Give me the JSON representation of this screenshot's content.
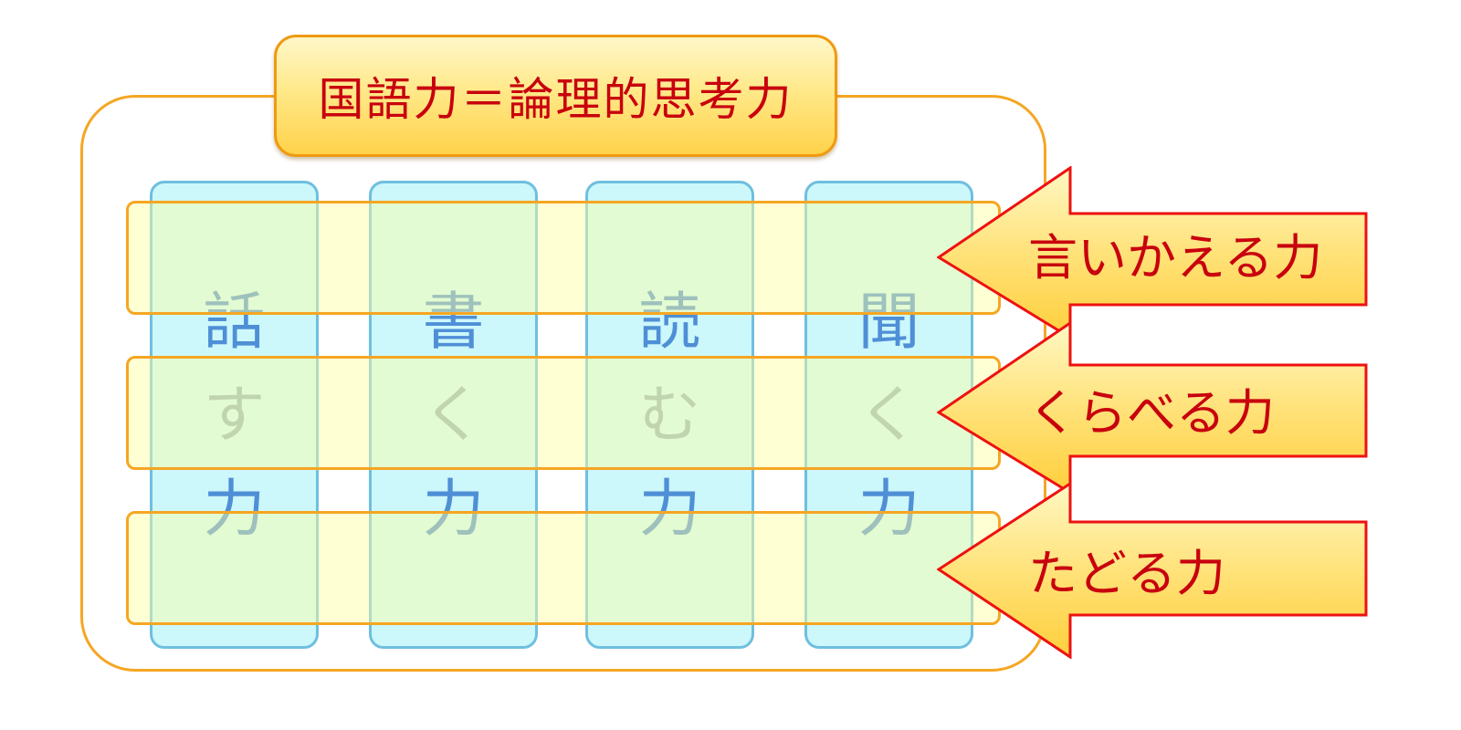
{
  "title": "国語力＝論理的思考力",
  "columns": [
    {
      "char1": "話",
      "char2": "す",
      "char3": "力"
    },
    {
      "char1": "書",
      "char2": "く",
      "char3": "力"
    },
    {
      "char1": "読",
      "char2": "む",
      "char3": "力"
    },
    {
      "char1": "聞",
      "char2": "く",
      "char3": "力"
    }
  ],
  "arrows": [
    {
      "label": "言いかえる力"
    },
    {
      "label": "くらべる力"
    },
    {
      "label": "たどる力"
    }
  ],
  "colors": {
    "title_text": "#c8000e",
    "frame_border": "#f5a623",
    "column_fill": "#ccf7fb",
    "column_border": "#6fbfdf",
    "row_border": "#f5a623",
    "arrow_border": "#ee1111",
    "char_blue": "#4f8fd6",
    "char_gray": "#8eb1bd"
  }
}
